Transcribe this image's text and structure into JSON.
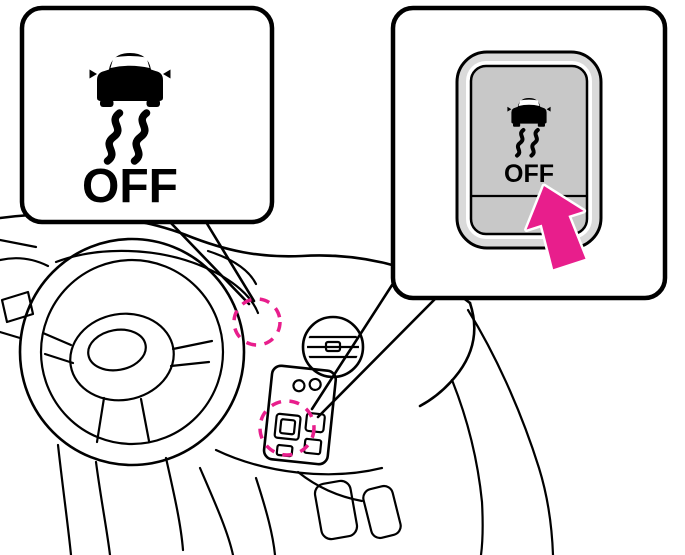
{
  "figure": {
    "symbol_callout": {
      "icon": "vdc-off-indicator-icon",
      "label": "OFF"
    },
    "button_callout": {
      "icon": "vdc-off-switch-icon",
      "label": "OFF",
      "arrow_icon": "up-arrow-icon"
    },
    "markers": {
      "indicator_marker": "dashed-circle",
      "switch_marker": "dashed-circle"
    },
    "colors": {
      "line": "#000000",
      "background": "#FFFFFF",
      "highlight": "#E81E8C",
      "switch_bezel": "#DADADA",
      "switch_face": "#C8C8C8"
    }
  }
}
